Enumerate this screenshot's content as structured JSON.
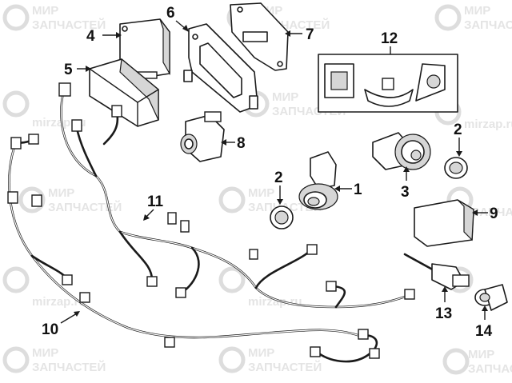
{
  "watermark": {
    "brand_line1": "МИР",
    "brand_line2": "ЗАПЧАСТЕЙ",
    "url": "mirzap.ru"
  },
  "callouts": [
    {
      "id": "c1",
      "text": "1"
    },
    {
      "id": "c2a",
      "text": "2"
    },
    {
      "id": "c2b",
      "text": "2"
    },
    {
      "id": "c3",
      "text": "3"
    },
    {
      "id": "c4",
      "text": "4"
    },
    {
      "id": "c5",
      "text": "5"
    },
    {
      "id": "c6",
      "text": "6"
    },
    {
      "id": "c7",
      "text": "7"
    },
    {
      "id": "c8",
      "text": "8"
    },
    {
      "id": "c9",
      "text": "9"
    },
    {
      "id": "c10",
      "text": "10"
    },
    {
      "id": "c11",
      "text": "11"
    },
    {
      "id": "c12",
      "text": "12"
    },
    {
      "id": "c13",
      "text": "13"
    },
    {
      "id": "c14",
      "text": "14"
    }
  ]
}
